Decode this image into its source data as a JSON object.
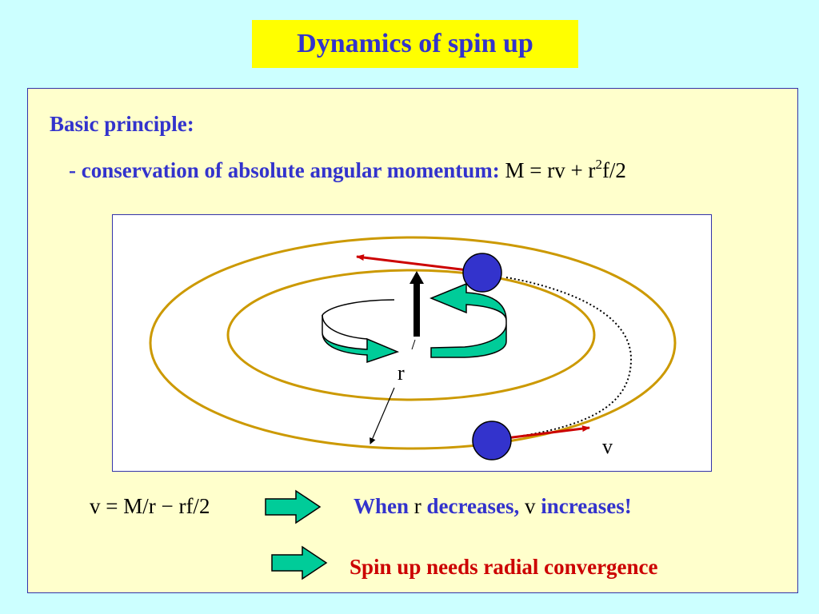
{
  "title": "Dynamics of spin up",
  "heading": "Basic principle:",
  "principle": {
    "lead": "- conservation of absolute angular momentum:",
    "eq_prefix": "M = rv + r",
    "eq_sup": "2",
    "eq_suffix": "f/2"
  },
  "diagram": {
    "label_r": "r",
    "label_v": "v"
  },
  "formula": "v = M/r − rf/2",
  "conclusion": {
    "part1": "When",
    "part2": "r",
    "part3": "decreases,",
    "part4": "v",
    "part5": "increases!"
  },
  "final": "Spin up needs radial convergence",
  "colors": {
    "background": "#ccffff",
    "title_bg": "#ffff00",
    "title_text": "#3333cc",
    "panel": "#ffffcc",
    "orbit": "#cc9900",
    "particle": "#3333cc",
    "velocity_arrow": "#cc0000",
    "rotation_arrow": "#00cc99",
    "emphasis_text": "#cc0000"
  }
}
